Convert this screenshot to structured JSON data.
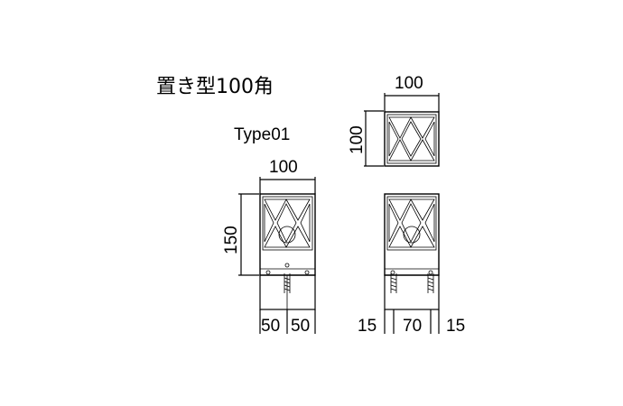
{
  "title": "置き型100角",
  "type_label": "Type01",
  "dimensions": {
    "top_width": "100",
    "top_height": "100",
    "front_width": "100",
    "front_height": "150",
    "front_bottom_left": "50",
    "front_bottom_right": "50",
    "side_bottom_left": "15",
    "side_bottom_center": "70",
    "side_bottom_right": "15"
  },
  "colors": {
    "line": "#000000",
    "background": "#ffffff"
  }
}
